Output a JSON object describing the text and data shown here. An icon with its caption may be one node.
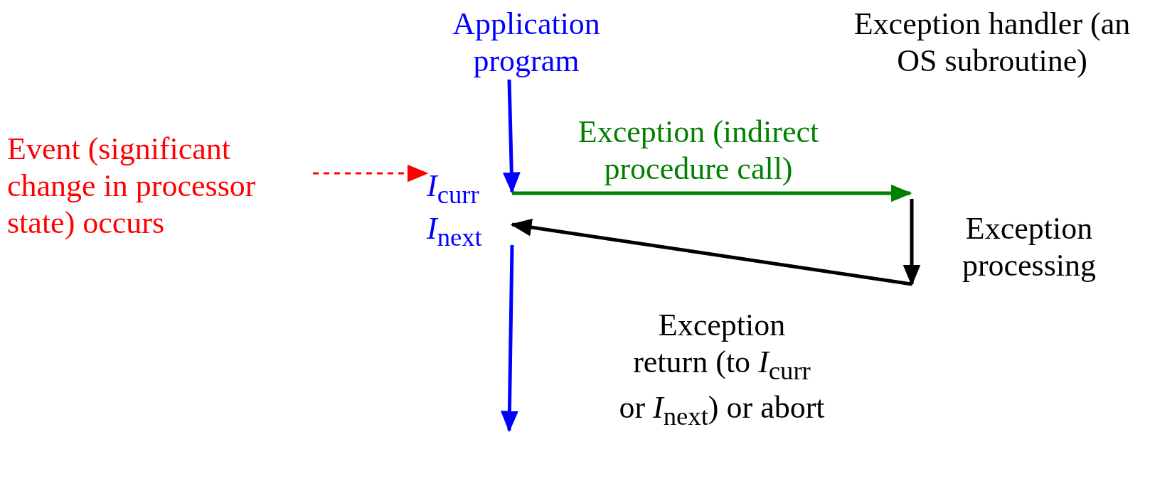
{
  "diagram": {
    "nodes": [
      {
        "text": [
          "Application program"
        ]
      },
      {
        "text": [
          "Event (significant change in processor state) occurs"
        ]
      },
      {
        "text": [
          "*I*$_{curr}$"
        ]
      },
      {
        "text": [
          "*I*$_{next}$"
        ]
      },
      {
        "text": [
          "Exception handler (an OS subroutine)"
        ]
      },
      {
        "text": [
          "Exception processing"
        ]
      }
    ],
    "edges": [
      {
        "from": 0,
        "to": 2,
        "arrow": "to",
        "color": "#0000ff"
      },
      {
        "from": 1,
        "to": 2,
        "arrow": "to",
        "color": "#ff0000",
        "style": "dashed"
      },
      {
        "from": 2,
        "to": null,
        "arrow": "to",
        "color": "#008000",
        "label": "Exception (indirect procedure call)"
      },
      {
        "from": null,
        "to": 5,
        "arrow": "to",
        "color": "#000000"
      },
      {
        "from": 5,
        "to": 3,
        "arrow": "to",
        "color": "#000000",
        "label": "Exception return (to *I*$_{curr}$ or *I*$_{next}$) or abort"
      },
      {
        "from": 3,
        "to": null,
        "arrow": "to",
        "color": "#0000ff"
      }
    ]
  }
}
